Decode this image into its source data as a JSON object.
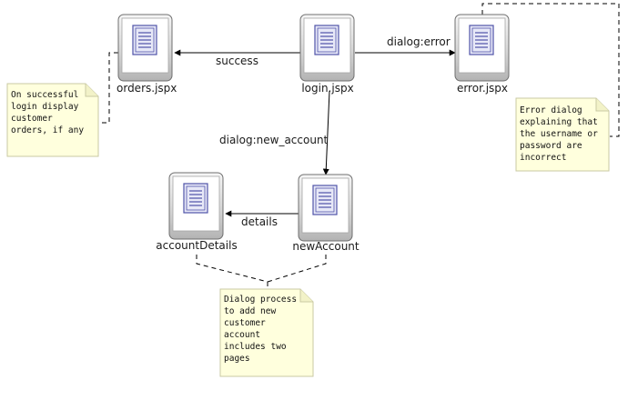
{
  "colors": {
    "node_fill_top": "#f4f4f4",
    "node_fill_bottom": "#bdbdbd",
    "node_border": "#6f6f6f",
    "page_icon": "#6b6fbf",
    "note_fill": "#ffffdd",
    "note_border": "#c9c9a3",
    "line": "#000000"
  },
  "nodes": {
    "orders": {
      "label": "orders.jspx",
      "icon": "page-icon"
    },
    "login": {
      "label": "login.jspx",
      "icon": "page-icon"
    },
    "error": {
      "label": "error.jspx",
      "icon": "page-icon"
    },
    "account_details": {
      "label": "accountDetails",
      "icon": "page-icon"
    },
    "new_account": {
      "label": "newAccount",
      "icon": "page-icon"
    }
  },
  "edges": {
    "success": "success",
    "dialog_error": "dialog:error",
    "dialog_new_account": "dialog:new_account",
    "details": "details"
  },
  "notes": {
    "orders_note": "On successful\nlogin display\ncustomer\norders, if any",
    "error_note": "Error dialog\nexplaining that\nthe username or\npassword are\nincorrect",
    "dialog_note": "Dialog process\nto add new\ncustomer\naccount\nincludes two\npages"
  }
}
